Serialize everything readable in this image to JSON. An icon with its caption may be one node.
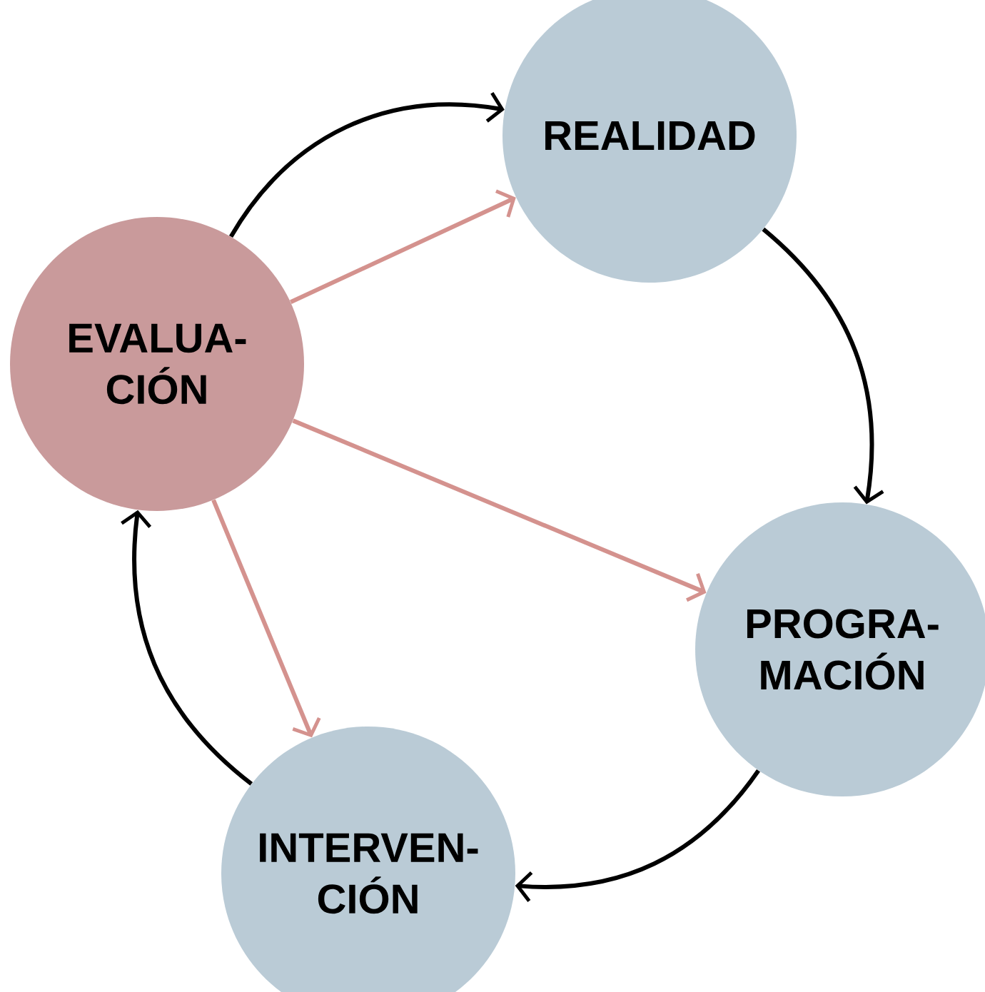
{
  "diagram": {
    "nodes": [
      {
        "text": [
          "EVALUA- CIÓN"
        ]
      },
      {
        "text": [
          "REALIDAD"
        ]
      },
      {
        "text": [
          "PROGRA- MACIÓN"
        ]
      },
      {
        "text": [
          "INTERVEN- CIÓN"
        ]
      }
    ],
    "edges": [
      {
        "from": 0,
        "to": 1,
        "arrow": "to"
      },
      {
        "from": 1,
        "to": 2,
        "arrow": "to"
      },
      {
        "from": 2,
        "to": 3,
        "arrow": "to"
      },
      {
        "from": 3,
        "to": 0,
        "arrow": "to"
      },
      {
        "from": 0,
        "to": 1,
        "arrow": "to",
        "color": "#d4928e"
      },
      {
        "from": 0,
        "to": 2,
        "arrow": "to",
        "color": "#d4928e"
      },
      {
        "from": 0,
        "to": 3,
        "arrow": "to",
        "color": "#d4928e"
      }
    ]
  }
}
